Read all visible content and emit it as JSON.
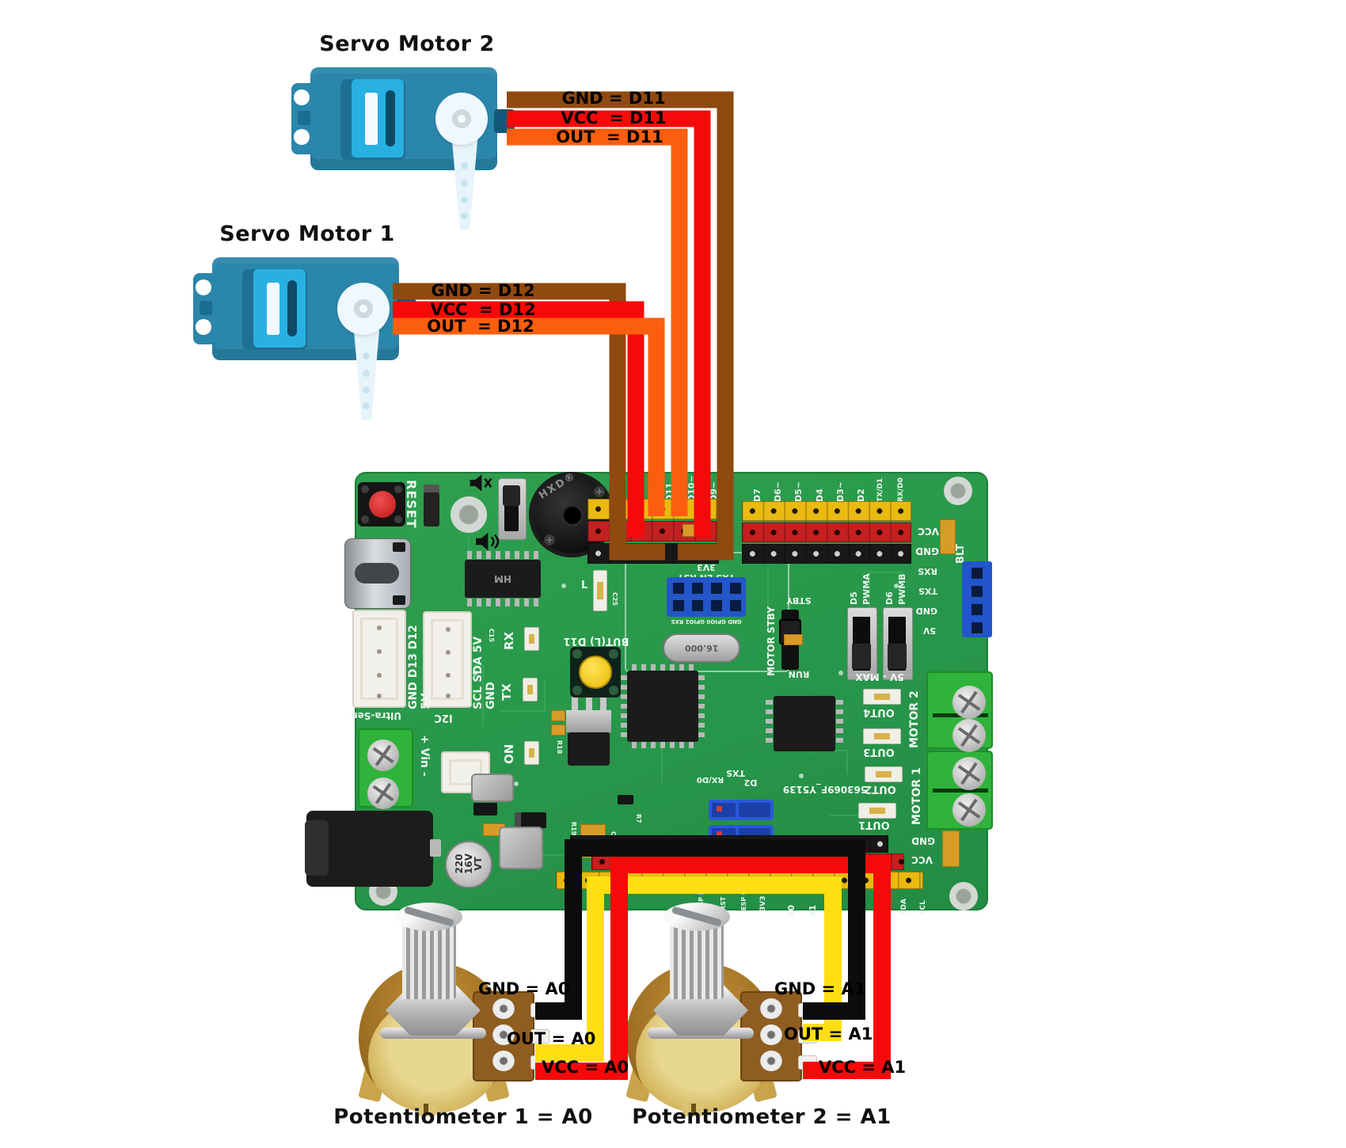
{
  "diagram_labels": {
    "servo2_title": "Servo Motor 2",
    "servo1_title": "Servo Motor 1",
    "pot1_title": "Potentiometer 1 = A0",
    "pot2_title": "Potentiometer 2 = A1"
  },
  "wires": {
    "servo2": {
      "gnd": {
        "label": "GND = D11",
        "color": "#8f4a10"
      },
      "vcc": {
        "label": "VCC  = D11",
        "color": "#f60909"
      },
      "out": {
        "label": "OUT  = D11",
        "color": "#fb5e0e"
      }
    },
    "servo1": {
      "gnd": {
        "label": "GND = D12",
        "color": "#8f4a10"
      },
      "vcc": {
        "label": "VCC  = D12",
        "color": "#f60909"
      },
      "out": {
        "label": "OUT  = D12",
        "color": "#fb5e0e"
      }
    },
    "pot1": {
      "gnd": {
        "label": "GND = A0",
        "color": "#0c0c0c"
      },
      "out": {
        "label": "OUT = A0",
        "color": "#ffdf12"
      },
      "vcc": {
        "label": "VCC = A0",
        "color": "#f60909"
      }
    },
    "pot2": {
      "gnd": {
        "label": "GND = A1",
        "color": "#0c0c0c"
      },
      "out": {
        "label": "OUT = A1",
        "color": "#ffdf12"
      },
      "vcc": {
        "label": "VCC = A1",
        "color": "#f60909"
      }
    }
  },
  "board": {
    "reset_label": "RESET",
    "buzzer_text": "HXD®",
    "ic_text": "HM",
    "crystal_text": "16.000",
    "cap_text": "220\n16V\nVT",
    "vin_label": "+ Vin -",
    "button_label": "BUT(L) D11",
    "led_labels": {
      "rx": "RX",
      "tx": "TX",
      "on": "ON",
      "l": "L"
    },
    "conn_labels": {
      "servo_out": "GND D13 D12 5V",
      "i2c_out": "SCL SDA 5V GND",
      "ultra": "Ultra-Sen",
      "i2c": "I2C"
    },
    "left_pin_labels": [
      "D11",
      "D10~",
      "D9~"
    ],
    "right_pin_labels": [
      "D7",
      "D6~",
      "D5~",
      "D4",
      "D3~",
      "D2",
      "TX/D1",
      "RX/D0"
    ],
    "esp_socket": {
      "top": "TXS EN RST 3V3",
      "bottom": "GND GPIO0 GPIO2 RXS"
    },
    "stby": {
      "title": "MOTOR STBY",
      "jumper_top": "STBY",
      "jumper_bottom": "RUN"
    },
    "switches": {
      "sw1_pin": "D5",
      "sw1_fn": "PWMA",
      "sw2_pin": "D6",
      "sw2_fn": "PWMB",
      "range": "5V - MAX"
    },
    "blt": {
      "title": "BLT",
      "vcc": "VCC",
      "gnd": "GND",
      "pins": [
        "RXS",
        "TXS",
        "GND",
        "5V"
      ]
    },
    "motor": {
      "motor2": "MOTOR 2",
      "motor1": "MOTOR 1",
      "out_leds": [
        "OUT4",
        "OUT3",
        "OUT2",
        "OUT1"
      ]
    },
    "bottom": {
      "gnd": "GND",
      "vcc": "VCC",
      "serial": "563069F_Y5139",
      "jumper_labels": [
        "TXS",
        "RX/D0",
        "D2"
      ],
      "pin_labels": [
        "ESP RST",
        "RST",
        "ESP GPIO",
        "3V3",
        "A0",
        "A1",
        "SDA",
        "SCL"
      ]
    },
    "refs": [
      "C15",
      "R18",
      "R19",
      "C23",
      "R7",
      "C25"
    ]
  }
}
